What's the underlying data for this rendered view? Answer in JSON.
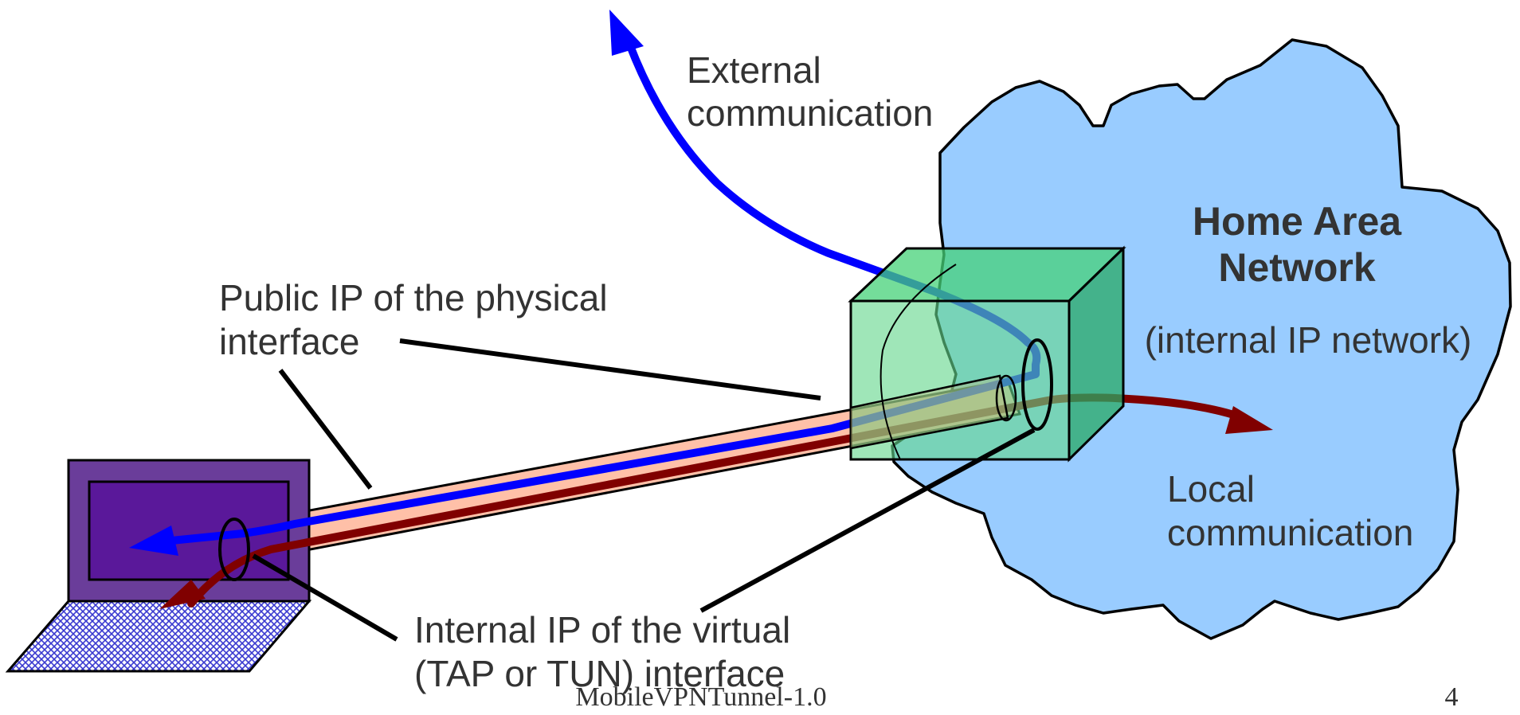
{
  "labels": {
    "external_1": "External",
    "external_2": "communication",
    "public_ip_1": "Public IP of the physical",
    "public_ip_2": "interface",
    "internal_ip_1": "Internal IP of the virtual",
    "internal_ip_2": "(TAP or TUN) interface",
    "local_1": "Local",
    "local_2": "communication",
    "han_1": "Home Area",
    "han_2": "Network",
    "han_sub": "(internal IP network)"
  },
  "footer": {
    "title": "MobileVPNTunnel-1.0",
    "page": "4"
  },
  "colors": {
    "cloud": "#99ccff",
    "box": "#66d9a0",
    "tunnel": "#ffc0a8",
    "external_arrow": "#0000ff",
    "local_arrow": "#800000",
    "laptop_frame": "#6a3d9a",
    "laptop_screen": "#5a189a"
  }
}
